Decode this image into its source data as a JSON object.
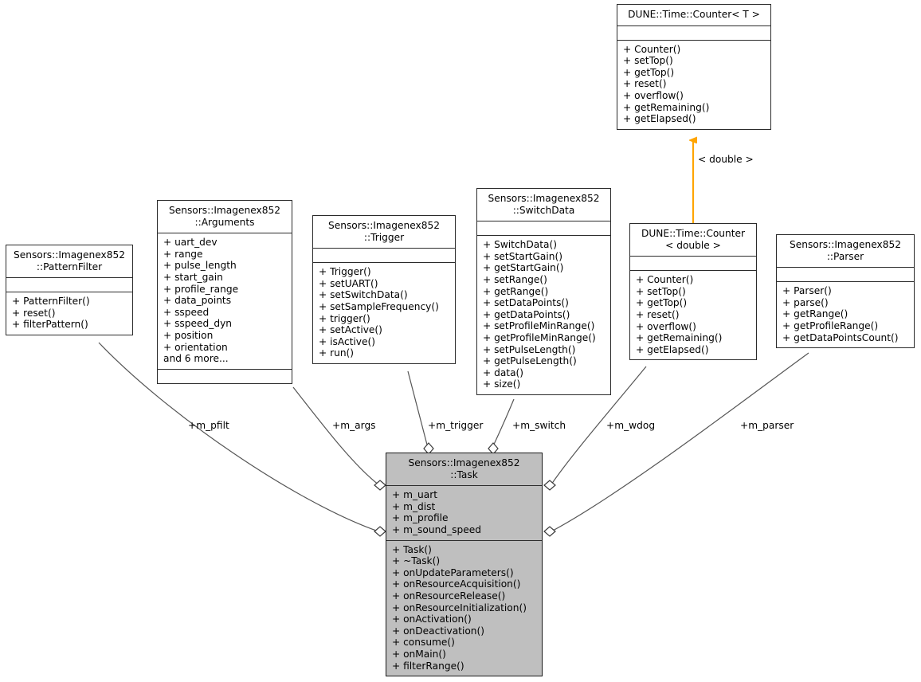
{
  "diagram": {
    "kind": "uml-collaboration-diagram",
    "background_color": "#ffffff",
    "line_color": "#555555",
    "inherit_arrow_color": "#ffa500",
    "highlight_fill": "#bfbfbf"
  },
  "classes": {
    "counter_t": {
      "title": "DUNE::Time::Counter< T >",
      "attributes": [],
      "methods": [
        "+ Counter()",
        "+ setTop()",
        "+ getTop()",
        "+ reset()",
        "+ overflow()",
        "+ getRemaining()",
        "+ getElapsed()"
      ]
    },
    "counter_double": {
      "title": "DUNE::Time::Counter\n< double >",
      "attributes": [],
      "methods": [
        "+ Counter()",
        "+ setTop()",
        "+ getTop()",
        "+ reset()",
        "+ overflow()",
        "+ getRemaining()",
        "+ getElapsed()"
      ]
    },
    "pattern_filter": {
      "title": "Sensors::Imagenex852\n::PatternFilter",
      "attributes": [],
      "methods": [
        "+ PatternFilter()",
        "+ reset()",
        "+ filterPattern()"
      ]
    },
    "arguments": {
      "title": "Sensors::Imagenex852\n::Arguments",
      "attributes": [
        "+ uart_dev",
        "+ range",
        "+ pulse_length",
        "+ start_gain",
        "+ profile_range",
        "+ data_points",
        "+ sspeed",
        "+ sspeed_dyn",
        "+ position",
        "+ orientation",
        "and 6 more..."
      ],
      "methods": []
    },
    "trigger": {
      "title": "Sensors::Imagenex852\n::Trigger",
      "attributes": [],
      "methods": [
        "+ Trigger()",
        "+ setUART()",
        "+ setSwitchData()",
        "+ setSampleFrequency()",
        "+ trigger()",
        "+ setActive()",
        "+ isActive()",
        "+ run()"
      ]
    },
    "switch_data": {
      "title": "Sensors::Imagenex852\n::SwitchData",
      "attributes": [],
      "methods": [
        "+ SwitchData()",
        "+ setStartGain()",
        "+ getStartGain()",
        "+ setRange()",
        "+ getRange()",
        "+ setDataPoints()",
        "+ getDataPoints()",
        "+ setProfileMinRange()",
        "+ getProfileMinRange()",
        "+ setPulseLength()",
        "+ getPulseLength()",
        "+ data()",
        "+ size()"
      ]
    },
    "parser": {
      "title": "Sensors::Imagenex852\n::Parser",
      "attributes": [],
      "methods": [
        "+ Parser()",
        "+ parse()",
        "+ getRange()",
        "+ getProfileRange()",
        "+ getDataPointsCount()"
      ]
    },
    "task": {
      "title": "Sensors::Imagenex852\n::Task",
      "attributes": [
        "+ m_uart",
        "+ m_dist",
        "+ m_profile",
        "+ m_sound_speed"
      ],
      "methods": [
        "+ Task()",
        "+ ~Task()",
        "+ onUpdateParameters()",
        "+ onResourceAcquisition()",
        "+ onResourceRelease()",
        "+ onResourceInitialization()",
        "+ onActivation()",
        "+ onDeactivation()",
        "+ consume()",
        "+ onMain()",
        "+ filterRange()"
      ]
    }
  },
  "edge_labels": {
    "pfilt": "+m_pfilt",
    "args": "+m_args",
    "trigger": "+m_trigger",
    "switch": "+m_switch",
    "wdog": "+m_wdog",
    "parser": "+m_parser",
    "template_binding": "< double >"
  }
}
